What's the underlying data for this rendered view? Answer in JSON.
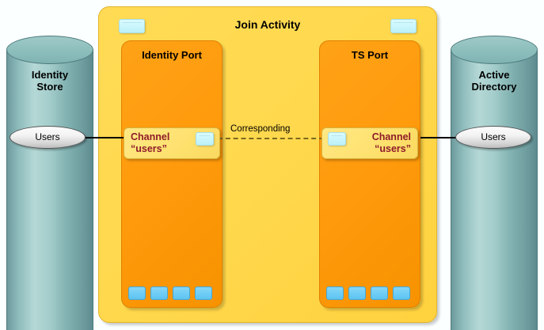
{
  "diagram": {
    "title": "Join Activity",
    "stores": [
      {
        "name": "Identity Store",
        "label_line1": "Identity",
        "label_line2": "Store",
        "port_label": "Users"
      },
      {
        "name": "Active Directory",
        "label_line1": "Active",
        "label_line2": "Directory",
        "port_label": "Users"
      }
    ],
    "ports": [
      {
        "title": "Identity Port",
        "channel": {
          "line1": "Channel",
          "line2": "“users”"
        },
        "footer_slots": 4
      },
      {
        "title": "TS Port",
        "channel": {
          "line1": "Channel",
          "line2": "“users”"
        },
        "footer_slots": 4
      }
    ],
    "connector_label": "Corresponding",
    "colors": {
      "activity_fill": "#ffd84d",
      "activity_border": "#e2b42b",
      "port_fill": "#ff9b0d",
      "port_border": "#e08000",
      "channel_fill": "#ffe272",
      "channel_text": "#8e1b2a",
      "cylinder_fill": "#8cbebc",
      "cylinder_border": "#4d7a7d",
      "tab_fill": "#c7f5fb",
      "slot_fill": "#6ecdf5",
      "link_solid": "#000000",
      "link_dashed": "#7a6a1d",
      "background": "#fbffff"
    }
  }
}
